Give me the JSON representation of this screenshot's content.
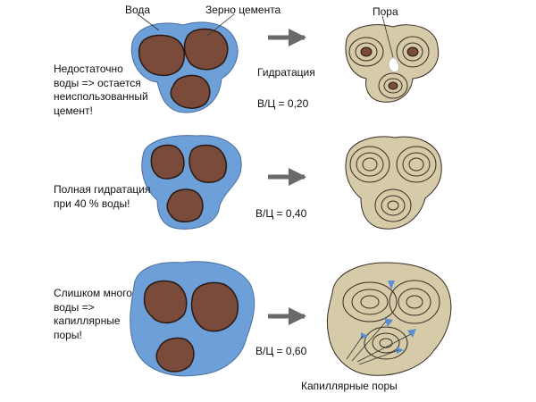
{
  "labels": {
    "water": "Вода",
    "cement_grain": "Зерно цемента",
    "pore": "Пора",
    "capillary_pores": "Капиллярные поры"
  },
  "rows": [
    {
      "note": "Недостаточно\nводы => остается\nнеиспользованный\nцемент!",
      "arrow_label": "Гидратация",
      "ratio": "В/Ц = 0,20"
    },
    {
      "note": "Полная гидратация\nпри 40 % воды!",
      "arrow_label": "",
      "ratio": "В/Ц = 0,40"
    },
    {
      "note": "Слишком много\nводы =>\nкапиллярные\nпоры!",
      "arrow_label": "",
      "ratio": "В/Ц = 0,60"
    }
  ],
  "colors": {
    "water": "#6d9fd8",
    "grain": "#7a4a3a",
    "paste": "#d6cba8",
    "ring": "#3a2a22",
    "pore": "#ffffff",
    "arrow": "#6a6a6a",
    "capillary": "#5b8fcf"
  }
}
